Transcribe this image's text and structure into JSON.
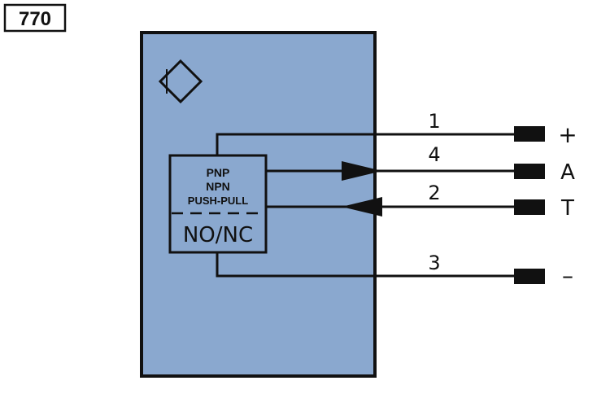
{
  "diagram_id": "770",
  "body_color": "#8aa8cf",
  "outputs": {
    "line1": "PNP",
    "line2": "NPN",
    "line3": "PUSH-PULL"
  },
  "contact_mode": "NO/NC",
  "wires": [
    {
      "number": "1",
      "terminal": "+"
    },
    {
      "number": "4",
      "terminal": "A"
    },
    {
      "number": "2",
      "terminal": "T"
    },
    {
      "number": "3",
      "terminal": "–"
    }
  ]
}
